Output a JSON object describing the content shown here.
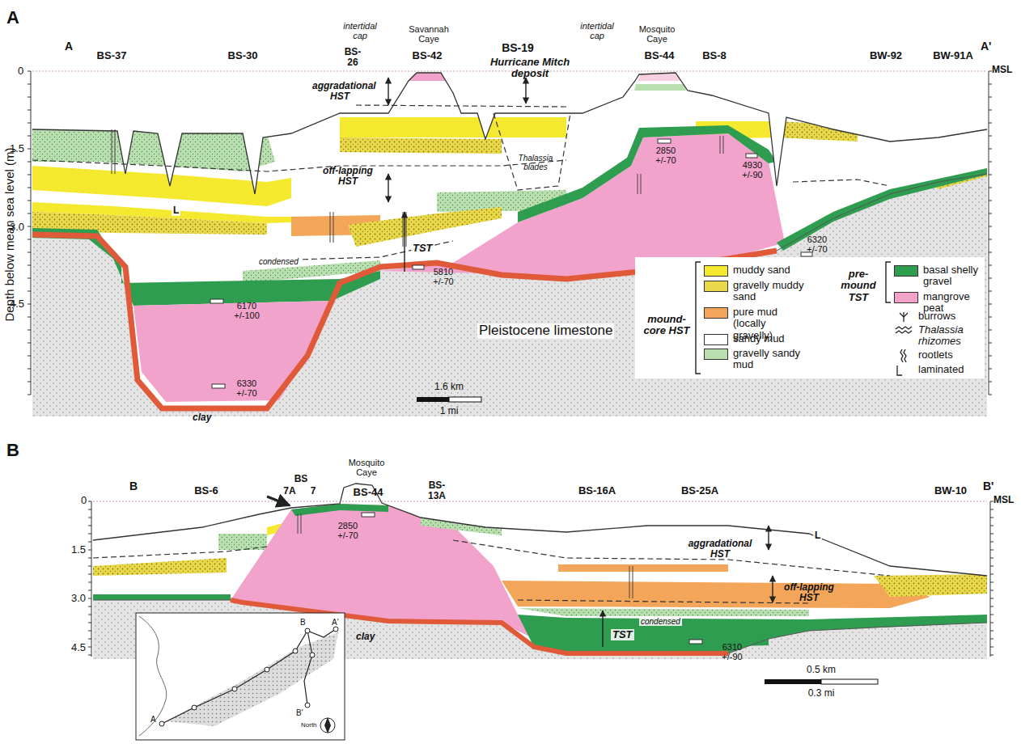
{
  "diagram": {
    "labels": [
      "A",
      "A",
      "A'",
      "BS-37",
      "BS-30",
      "BS- 26",
      "BS-42",
      "Savannah Caye",
      "intertidal cap",
      "BS-19",
      "Hurricane Mitch deposit",
      "Mosquito Caye",
      "intertidal cap",
      "BS-44",
      "BS-8",
      "BW-92",
      "BW-91A",
      "MSL",
      "0",
      "1.5",
      "3.0",
      "4.5",
      "Depth below mean sea level (m)",
      "aggradational HST",
      "off-lapping HST",
      "condensed",
      "TST",
      "Thalassia blades",
      "2850 +/-70",
      "4930 +/-90",
      "6320 +/-70",
      "5810 +/-70",
      "6170 +/-100",
      "6330 +/-70",
      "clay",
      "Pleistocene limestone",
      "L",
      "1.6 km",
      "1 mi",
      "mound-core HST",
      "pre-mound TST",
      "B",
      "B",
      "B'",
      "BS-6",
      "BS",
      "7A",
      "7",
      "Mosquito Caye",
      "BS-44",
      "BS- 13A",
      "BS-16A",
      "BS-25A",
      "BW-10",
      "MSL",
      "0",
      "1.5",
      "3.0",
      "4.5",
      "2850 +/-70",
      "clay",
      "L",
      "aggradational HST",
      "off-lapping HST",
      "condensed",
      "TST",
      "6310 +/-90",
      "0.5 km",
      "0.3 mi",
      "B",
      "A'",
      "A",
      "B'",
      "North"
    ],
    "legend": [
      {
        "text": "muddy sand",
        "color": "#f5e92f"
      },
      {
        "text": "gravelly muddy sand",
        "color": "#e8d84a"
      },
      {
        "text": "pure mud (locally gravelly)",
        "color": "#f3a65a"
      },
      {
        "text": "sandy mud",
        "color": "#ffffff"
      },
      {
        "text": "gravelly sandy mud",
        "color": "#b9dfb1"
      },
      {
        "text": "basal shelly gravel",
        "color": "#2f9d4f"
      },
      {
        "text": "mangrove peat",
        "color": "#f2a3cb"
      },
      {
        "text": "burrows"
      },
      {
        "text": "Thalassia rhizomes"
      },
      {
        "text": "rootlets"
      },
      {
        "text": "laminated"
      }
    ]
  }
}
